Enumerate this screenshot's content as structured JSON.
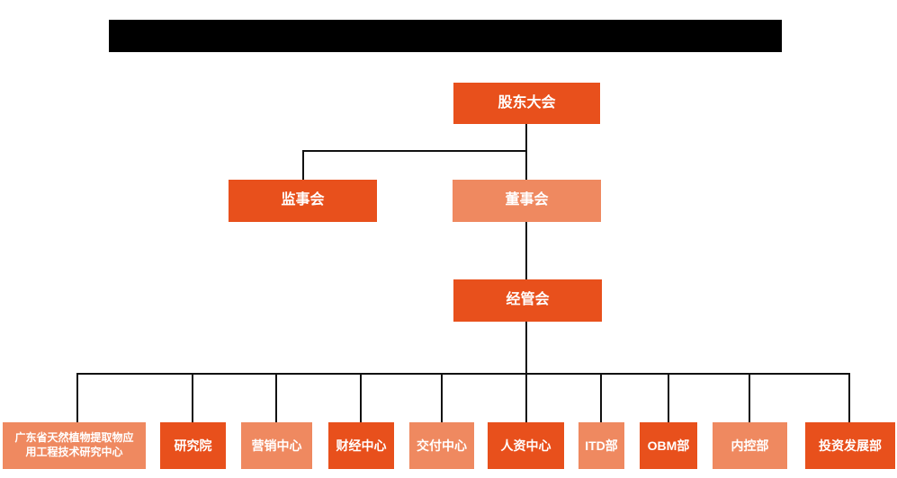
{
  "org_chart": {
    "colors": {
      "primary": "#E8501C",
      "secondary": "#EF8960",
      "connector": "#111111",
      "node_text": "#FFFFFF",
      "redacted_bar": "#000000"
    },
    "root": {
      "label": "股东大会",
      "variant": "primary"
    },
    "level2": [
      {
        "label": "监事会",
        "variant": "primary"
      },
      {
        "label": "董事会",
        "variant": "secondary"
      }
    ],
    "level3": {
      "label": "经管会",
      "variant": "primary"
    },
    "level4": [
      {
        "label": "广东省天然植物提取物应用工程技术研究中心",
        "variant": "secondary"
      },
      {
        "label": "研究院",
        "variant": "primary"
      },
      {
        "label": "营销中心",
        "variant": "secondary"
      },
      {
        "label": "财经中心",
        "variant": "primary"
      },
      {
        "label": "交付中心",
        "variant": "secondary"
      },
      {
        "label": "人资中心",
        "variant": "primary"
      },
      {
        "label": "ITD部",
        "variant": "secondary"
      },
      {
        "label": "OBM部",
        "variant": "primary"
      },
      {
        "label": "内控部",
        "variant": "secondary"
      },
      {
        "label": "投资发展部",
        "variant": "primary"
      }
    ]
  }
}
